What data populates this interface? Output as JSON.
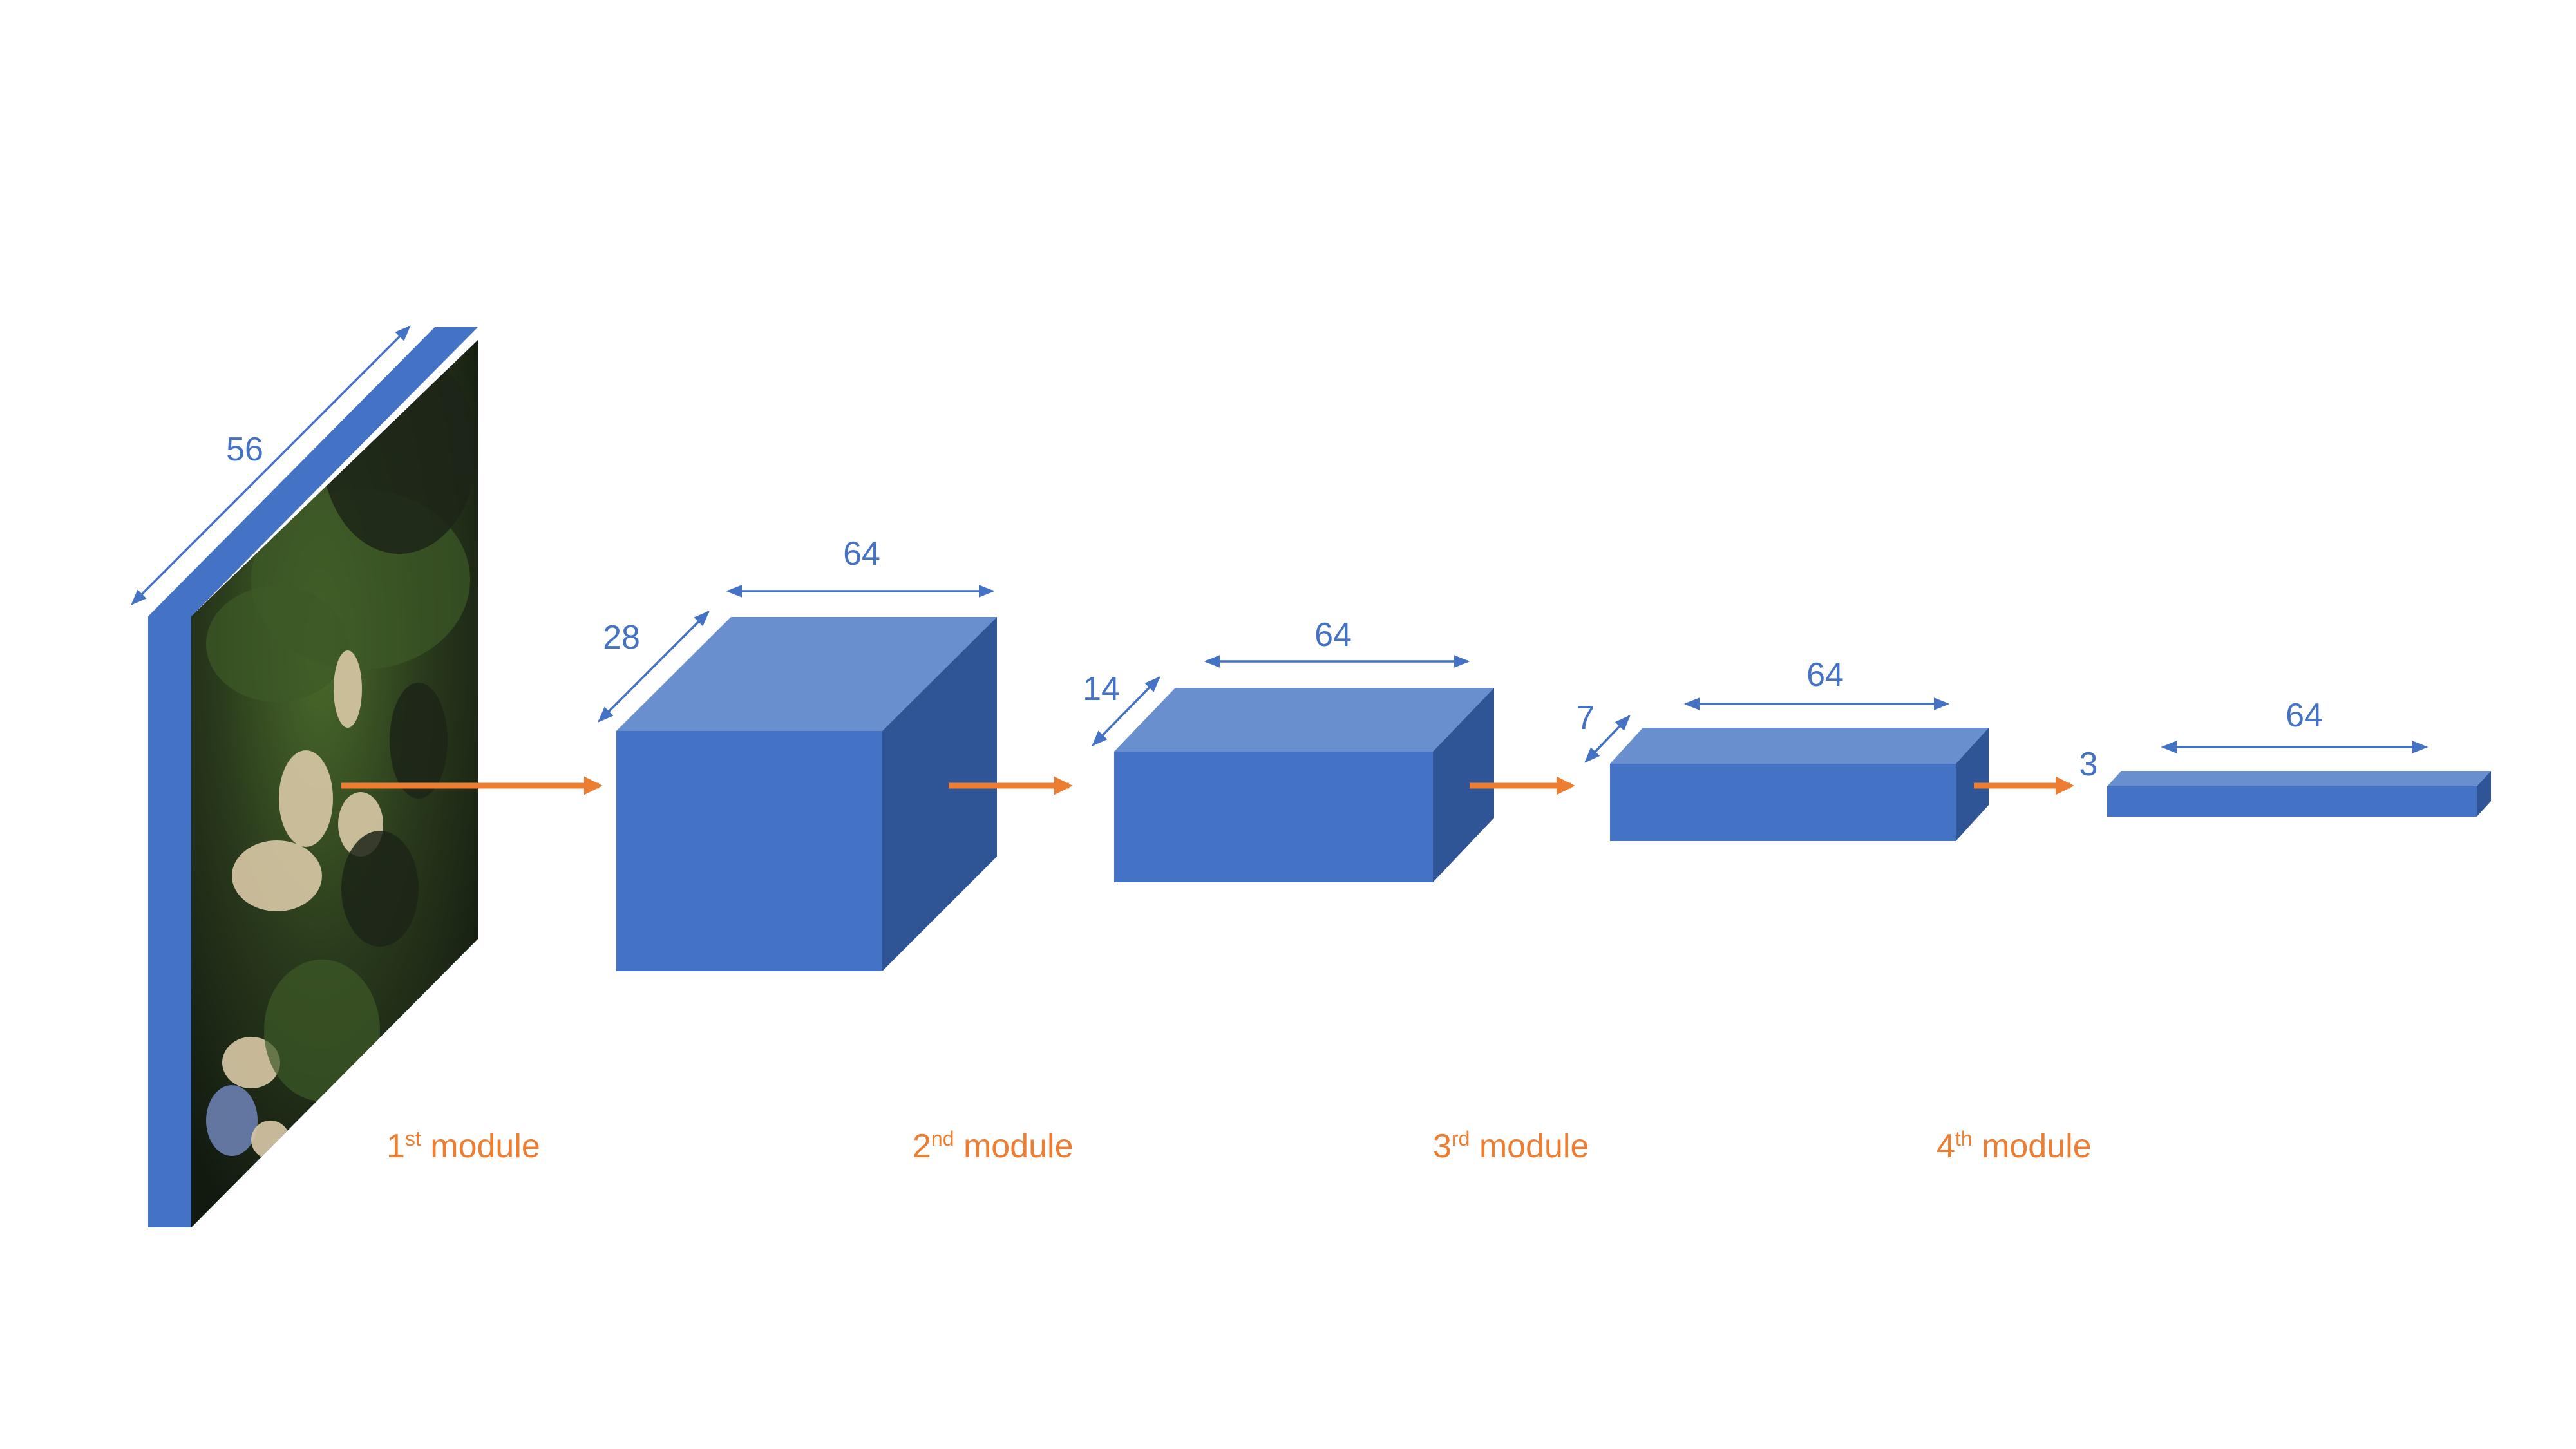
{
  "colors": {
    "front": "#4472C4",
    "top": "#6A8FCF",
    "side": "#2F5597",
    "dimension_arrow": "#4472C4",
    "flow_arrow": "#ED7D31",
    "painting_dark": "#1c2417",
    "painting_green": "#3d5a26",
    "painting_light": "#d9c9a6"
  },
  "input": {
    "image": "painting (Le Déjeuner sur l'herbe)",
    "size_label": "56"
  },
  "blocks": [
    {
      "depth_label": "28",
      "width_label": "64"
    },
    {
      "depth_label": "14",
      "width_label": "64"
    },
    {
      "depth_label": "7",
      "width_label": "64"
    },
    {
      "depth_label": "3",
      "width_label": "64"
    }
  ],
  "modules": [
    {
      "ordinal": "1",
      "suffix": "st",
      "word": "module"
    },
    {
      "ordinal": "2",
      "suffix": "nd",
      "word": "module"
    },
    {
      "ordinal": "3",
      "suffix": "rd",
      "word": "module"
    },
    {
      "ordinal": "4",
      "suffix": "th",
      "word": "module"
    }
  ]
}
